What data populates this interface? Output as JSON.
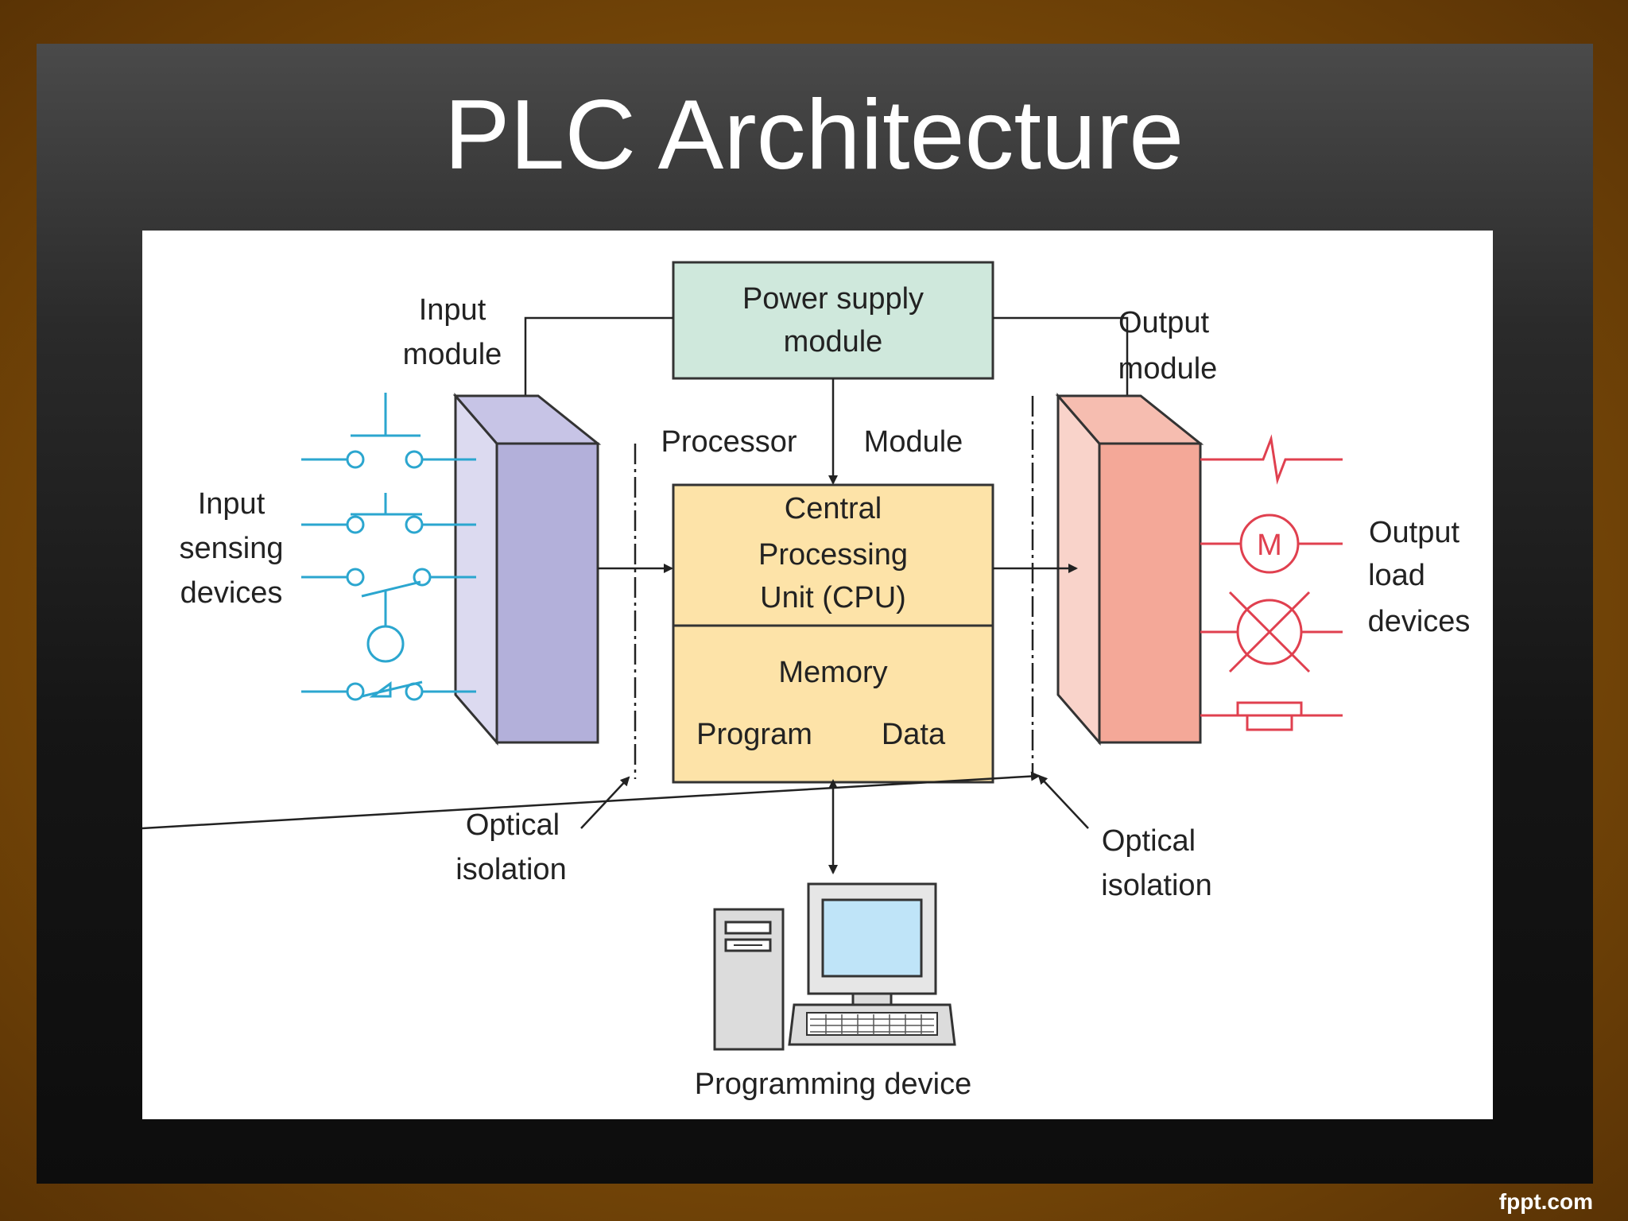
{
  "slide": {
    "title": "PLC Architecture",
    "watermark": "fppt.com"
  },
  "diagram": {
    "power_supply_line1": "Power supply",
    "power_supply_line2": "module",
    "input_module_line1": "Input",
    "input_module_line2": "module",
    "output_module_line1": "Output",
    "output_module_line2": "module",
    "processor_label": "Processor",
    "module_label": "Module",
    "cpu_line1": "Central",
    "cpu_line2": "Processing",
    "cpu_line3": "Unit (CPU)",
    "memory_label": "Memory",
    "program_label": "Program",
    "data_label": "Data",
    "input_devices_line1": "Input",
    "input_devices_line2": "sensing",
    "input_devices_line3": "devices",
    "output_devices_line1": "Output",
    "output_devices_line2": "load",
    "output_devices_line3": "devices",
    "motor_symbol": "M",
    "optical_left_line1": "Optical",
    "optical_left_line2": "isolation",
    "optical_right_line1": "Optical",
    "optical_right_line2": "isolation",
    "programming_device": "Programming device"
  },
  "colors": {
    "power_supply_fill": "#cfe8dc",
    "cpu_fill": "#fde3a8",
    "input_module_fill": "#b3b0da",
    "output_module_fill": "#f4a898",
    "input_wiring": "#2ba6cf",
    "output_wiring": "#e0404f",
    "monitor_screen": "#bfe4f8"
  }
}
